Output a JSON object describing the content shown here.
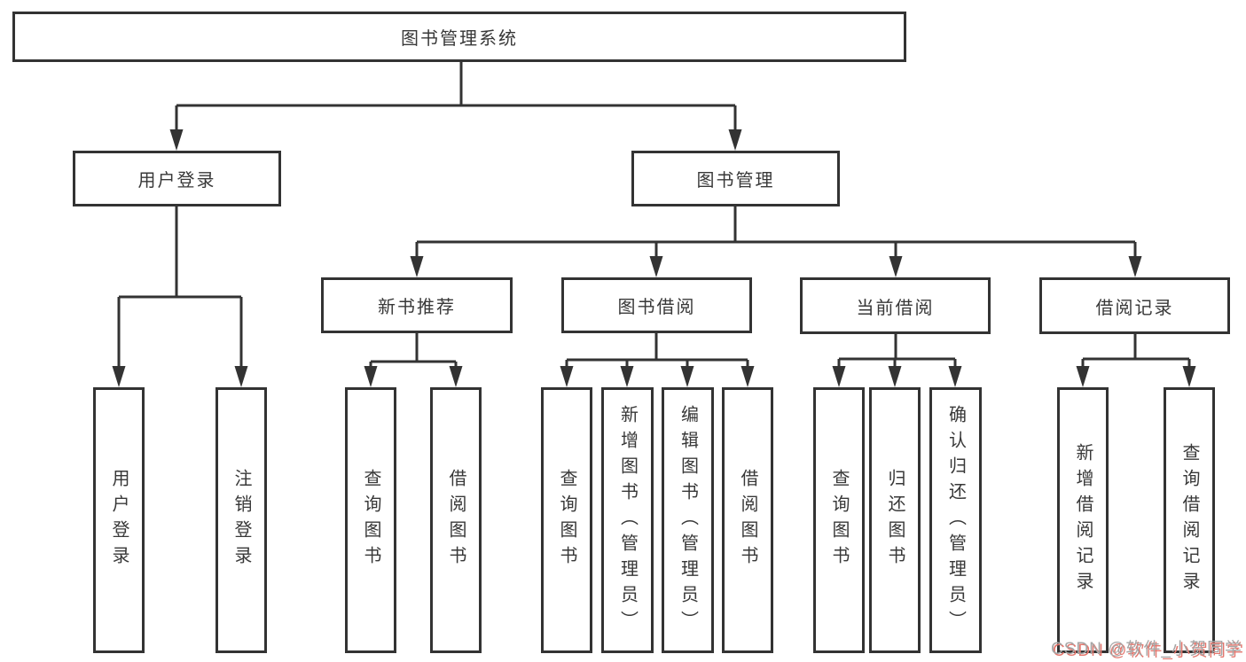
{
  "tree": {
    "root": "图书管理系统",
    "branches": [
      {
        "label": "用户登录",
        "children": [
          "用户登录",
          "注销登录"
        ]
      },
      {
        "label": "图书管理",
        "groups": [
          {
            "label": "新书推荐",
            "children": [
              "查询图书",
              "借阅图书"
            ]
          },
          {
            "label": "图书借阅",
            "children": [
              "查询图书",
              "新增图书（管理员）",
              "编辑图书（管理员）",
              "借阅图书"
            ]
          },
          {
            "label": "当前借阅",
            "children": [
              "查询图书",
              "归还图书",
              "确认归还（管理员）"
            ]
          },
          {
            "label": "借阅记录",
            "children": [
              "新增借阅记录",
              "查询借阅记录"
            ]
          }
        ]
      }
    ]
  },
  "watermark": "CSDN @软件_小贺同学",
  "colors": {
    "line": "#333333",
    "text": "#383838",
    "background": "#ffffff",
    "watermark_gray": "#a6a6a6",
    "watermark_red": "#e4776e"
  }
}
